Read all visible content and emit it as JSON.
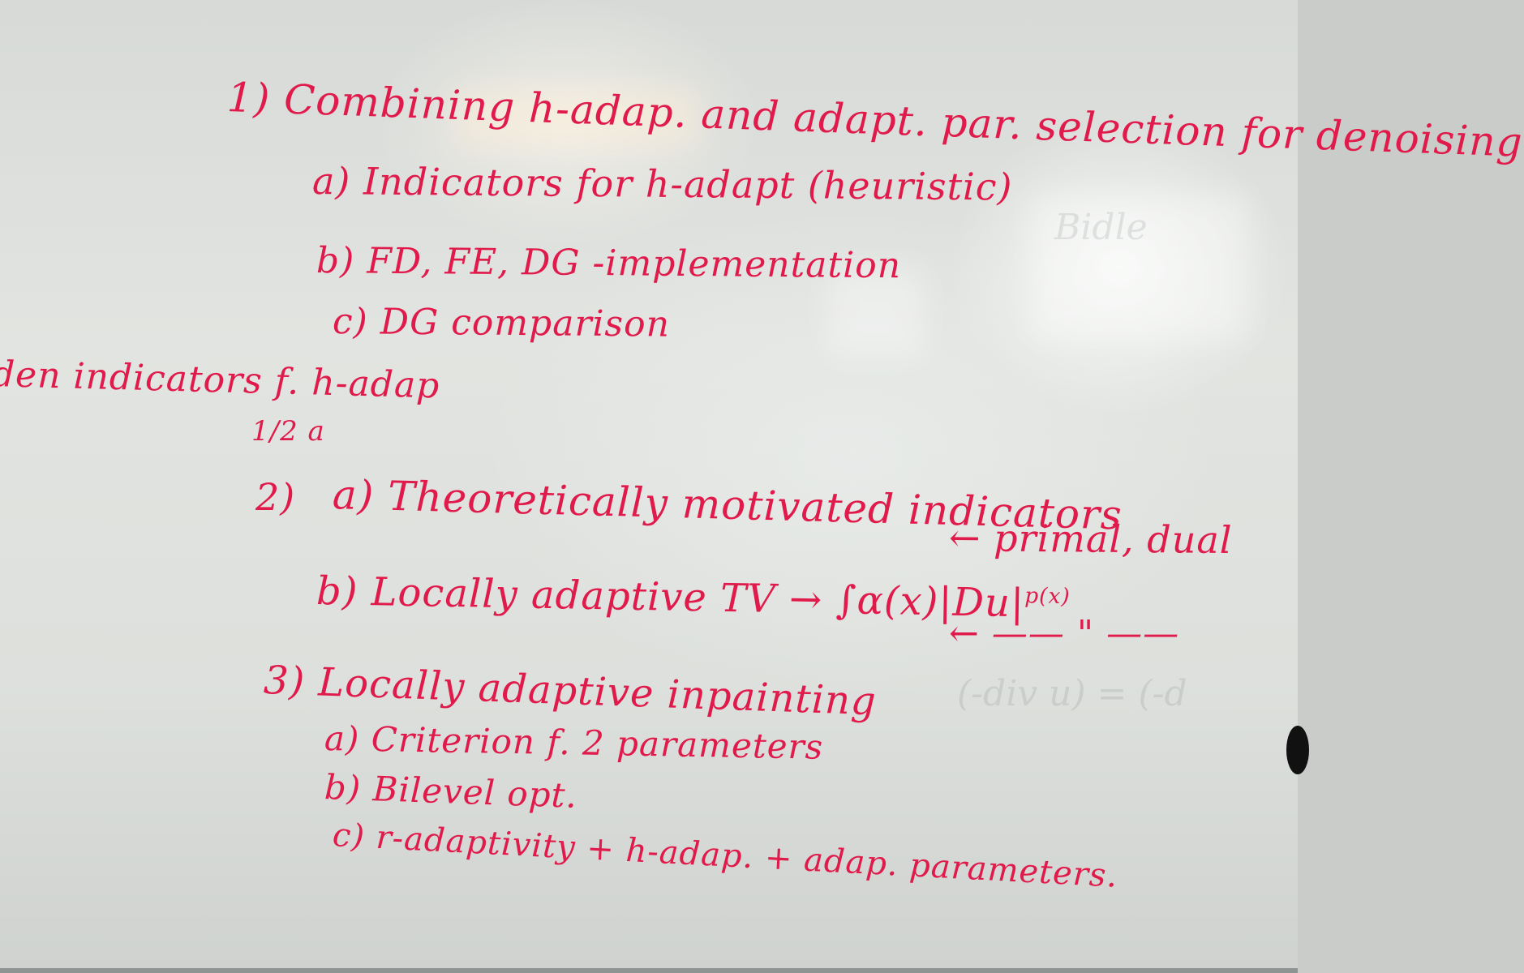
{
  "board": {
    "line_1": "1) Combining h-adap. and adapt. par. selection for denoising",
    "line_1a": "a) Indicators for h-adapt (heuristic)",
    "line_1b": "b) FD, FE, DG -implementation",
    "line_1c": "c) DG comparison",
    "side_note": "den indicators f. h-adap",
    "side_note_2": "1/2 a",
    "line_2": "2)",
    "line_2a": "a) Theoretically motivated indicators",
    "line_2a_note": "← primal, dual",
    "line_2b": "b) Locally adaptive TV → ∫α(x)|Du|",
    "line_2b_sup": "p(x)",
    "line_2b_note": "← —— \" ——",
    "line_3": "3) Locally adaptive inpainting",
    "line_3a": "a) Criterion f. 2 parameters",
    "line_3b": "b) Bilevel opt.",
    "line_3c": "c) r-adaptivity + h-adap. + adap. parameters."
  }
}
